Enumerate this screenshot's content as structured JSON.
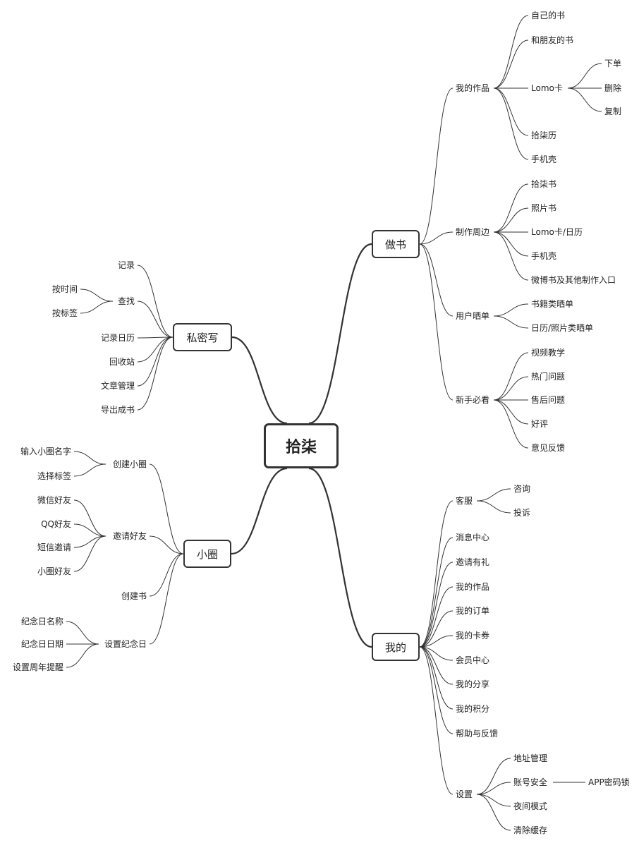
{
  "root": "拾柒",
  "branches": {
    "zuoshu": {
      "label": "做书",
      "works": {
        "label": "我的作品",
        "items": [
          "自己的书",
          "和朋友的书",
          "Lomo卡",
          "拾柒历",
          "手机壳"
        ],
        "lomo_children": [
          "下单",
          "删除",
          "复制"
        ]
      },
      "merch": {
        "label": "制作周边",
        "items": [
          "拾柒书",
          "照片书",
          "Lomo卡/日历",
          "手机壳",
          "微博书及其他制作入口"
        ]
      },
      "showcase": {
        "label": "用户晒单",
        "items": [
          "书籍类晒单",
          "日历/照片类晒单"
        ]
      },
      "newbie": {
        "label": "新手必看",
        "items": [
          "视频教学",
          "热门问题",
          "售后问题",
          "好评",
          "意见反馈"
        ]
      }
    },
    "wode": {
      "label": "我的",
      "service": {
        "label": "客服",
        "items": [
          "咨询",
          "投诉"
        ]
      },
      "items": [
        "消息中心",
        "邀请有礼",
        "我的作品",
        "我的订单",
        "我的卡券",
        "会员中心",
        "我的分享",
        "我的积分",
        "帮助与反馈"
      ],
      "settings": {
        "label": "设置",
        "items": [
          "地址管理",
          "账号安全",
          "夜间模式",
          "清除缓存"
        ],
        "security_child": "APP密码锁"
      }
    },
    "simixie": {
      "label": "私密写",
      "items": [
        "记录",
        "查找",
        "记录日历",
        "回收站",
        "文章管理",
        "导出成书"
      ],
      "find_children": [
        "按时间",
        "按标签"
      ]
    },
    "xiaoquan": {
      "label": "小圈",
      "create": {
        "label": "创建小圈",
        "items": [
          "输入小圈名字",
          "选择标签"
        ]
      },
      "invite": {
        "label": "邀请好友",
        "items": [
          "微信好友",
          "QQ好友",
          "短信邀请",
          "小圈好友"
        ]
      },
      "createbook": {
        "label": "创建书"
      },
      "anniv": {
        "label": "设置纪念日",
        "items": [
          "纪念日名称",
          "纪念日日期",
          "设置周年提醒"
        ]
      }
    }
  }
}
